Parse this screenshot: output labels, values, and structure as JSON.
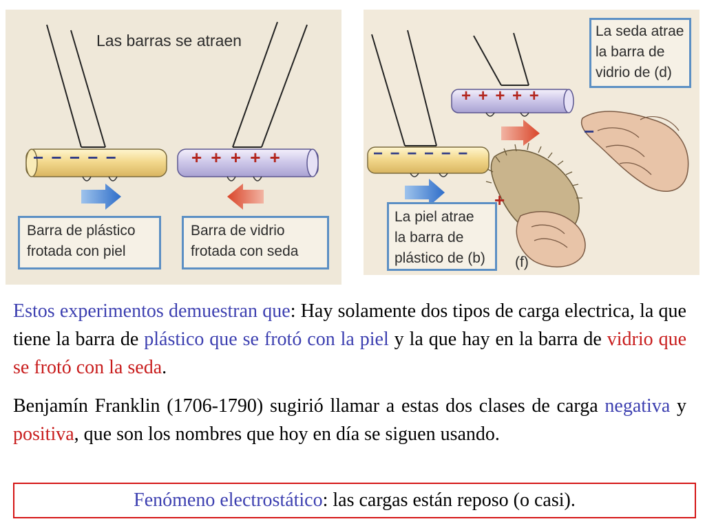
{
  "figure_left": {
    "heading": "Las barras se atraen",
    "plastic_charges": "− − − − −",
    "glass_charges": "+ + + + +",
    "caption_plastic": [
      "Barra de plástico",
      "frotada con piel"
    ],
    "caption_glass": [
      "Barra de vidrio",
      "frotada con seda"
    ]
  },
  "figure_right": {
    "box_silk": [
      "La seda atrae",
      "la barra de",
      "vidrio de (d)"
    ],
    "glass_charges": "+ + + + +",
    "plastic_charges": "− − − − − −",
    "silk_charge": "−",
    "fur_charge": "+",
    "box_fur": [
      "La piel atrae",
      "la barra de",
      "plástico de (b)"
    ],
    "panel_label": "(f)"
  },
  "paragraph1": {
    "part1": "Estos experimentos demuestran que",
    "part2": ": Hay solamente dos tipos de carga electrica, la que tiene la barra de ",
    "part3": "plástico que se frotó con la piel",
    "part4": " y la que hay en la barra de ",
    "part5": "vidrio que se frotó con la seda",
    "part6": "."
  },
  "paragraph2": {
    "part1": "Benjamín Franklin (1706-1790) sugirió llamar a estas dos clases de carga ",
    "part2": "negativa",
    "part3": " y ",
    "part4": "positiva",
    "part5": ", que son los nombres que hoy en día se siguen usando."
  },
  "conclusion": {
    "part1": "Fenómeno electrostático",
    "part2": ": las cargas están reposo (o casi)."
  },
  "colors": {
    "blue_text": "#3c3fb0",
    "red_text": "#c81c1c",
    "box_border": "#5b8fc4",
    "frame_border": "#d41414"
  }
}
